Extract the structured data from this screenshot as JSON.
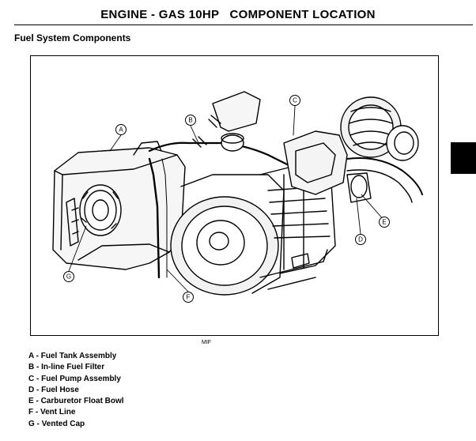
{
  "header": {
    "title": "ENGINE - GAS 10HP   COMPONENT LOCATION"
  },
  "section": {
    "title": "Fuel System Components"
  },
  "figure": {
    "code": "MIF"
  },
  "callouts": [
    "A",
    "B",
    "C",
    "D",
    "E",
    "F",
    "G"
  ],
  "legend": {
    "items": [
      {
        "key": "A",
        "sep": " - ",
        "label": "Fuel Tank Assembly"
      },
      {
        "key": "B",
        "sep": " - ",
        "label": "In-line Fuel Filter"
      },
      {
        "key": "C",
        "sep": " - ",
        "label": "Fuel Pump Assembly"
      },
      {
        "key": "D",
        "sep": " - ",
        "label": "Fuel Hose"
      },
      {
        "key": "E",
        "sep": " - ",
        "label": "Carburetor Float Bowl"
      },
      {
        "key": "F",
        "sep": " - ",
        "label": "Vent Line"
      },
      {
        "key": "G",
        "sep": " - ",
        "label": "Vented Cap"
      }
    ]
  }
}
